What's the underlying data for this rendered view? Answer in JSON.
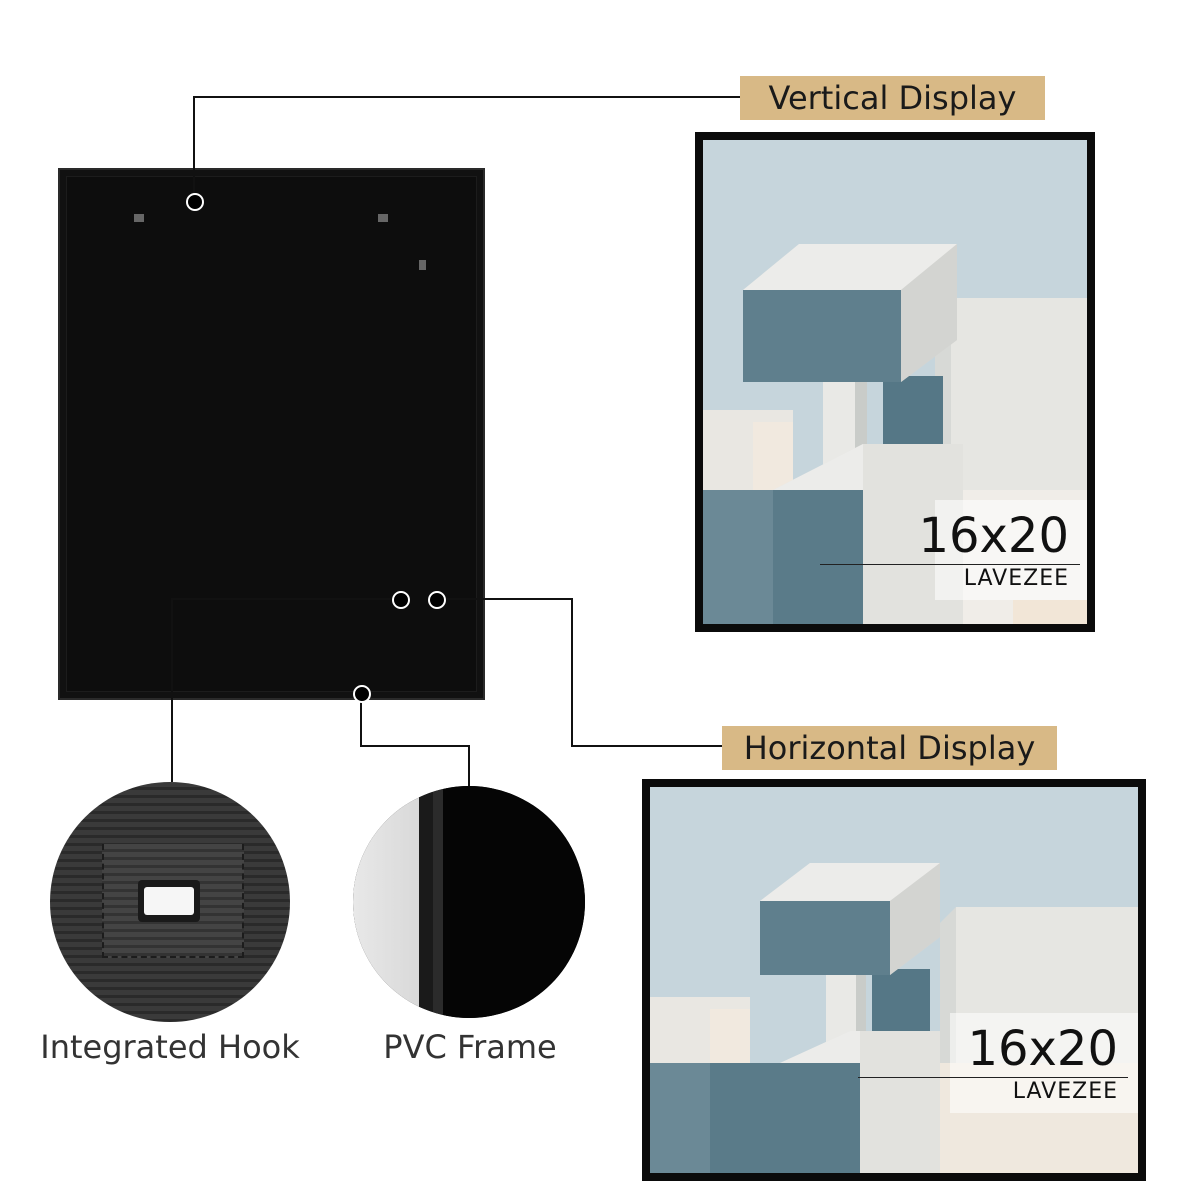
{
  "labels": {
    "vertical": "Vertical Display",
    "horizontal": "Horizontal Display",
    "hook": "Integrated Hook",
    "pvc": "PVC Frame"
  },
  "print": {
    "size": "16x20",
    "brand": "LAVEZEE"
  },
  "colors": {
    "tag_bg": "#d8b986",
    "frame": "#0b0b0b",
    "sky": "#c7d6dd",
    "building_light": "#e4e4e1",
    "building_shade": "#557786"
  }
}
